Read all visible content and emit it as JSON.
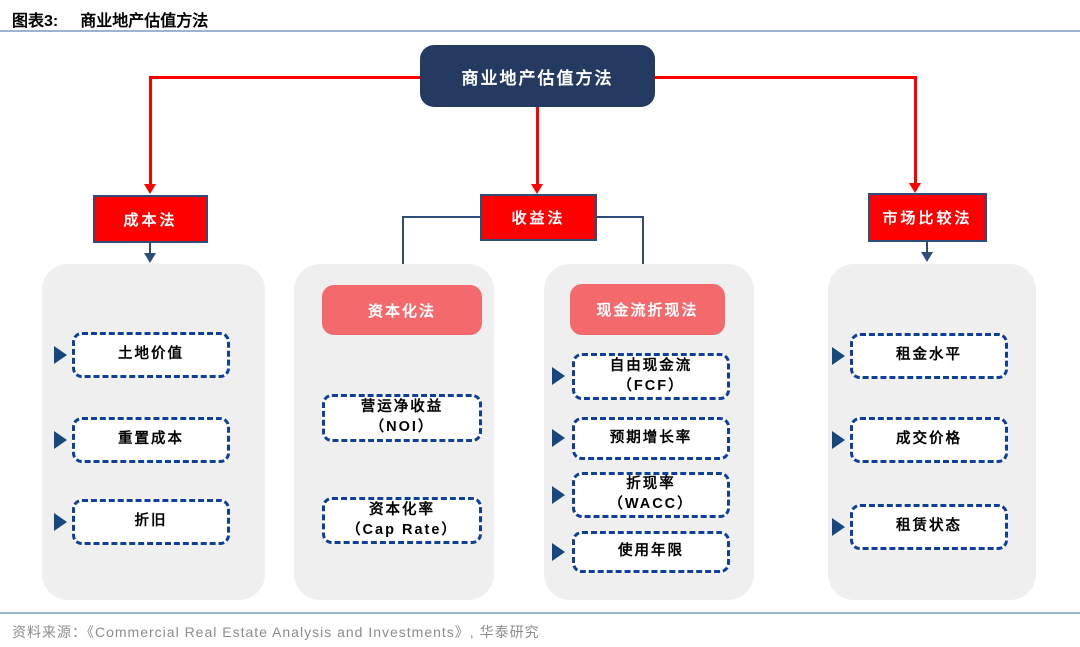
{
  "header": {
    "label": "图表3:",
    "title": "商业地产估值方法"
  },
  "root_node": {
    "label": "商业地产估值方法"
  },
  "level1": {
    "cost": "成本法",
    "income": "收益法",
    "market": "市场比较法"
  },
  "level2": {
    "capitalization": "资本化法",
    "dcf": "现金流折现法"
  },
  "cost_items": [
    "土地价值",
    "重置成本",
    "折旧"
  ],
  "cap_items": [
    {
      "line1": "营运净收益",
      "line2": "（NOI）"
    },
    {
      "line1": "资本化率",
      "line2": "（Cap Rate）"
    }
  ],
  "dcf_items": [
    {
      "line1": "自由现金流",
      "line2": "（FCF）"
    },
    {
      "line1": "预期增长率",
      "line2": ""
    },
    {
      "line1": "折现率",
      "line2": "（WACC）"
    },
    {
      "line1": "使用年限",
      "line2": ""
    }
  ],
  "market_items": [
    "租金水平",
    "成交价格",
    "租赁状态"
  ],
  "footer": {
    "source": "资料来源：《Commercial Real Estate Analysis and Investments》, 华泰研究"
  },
  "colors": {
    "root_navy": "#243a60",
    "box_red": "#fe0000",
    "box_salmon": "#f4696b",
    "panel_gray": "#efefef",
    "dashed_border_blue": "#0e3f9e",
    "connector_navy": "#2e4d7b",
    "divider_blue": "#9db3d4",
    "source_gray": "#8c8c8c"
  }
}
